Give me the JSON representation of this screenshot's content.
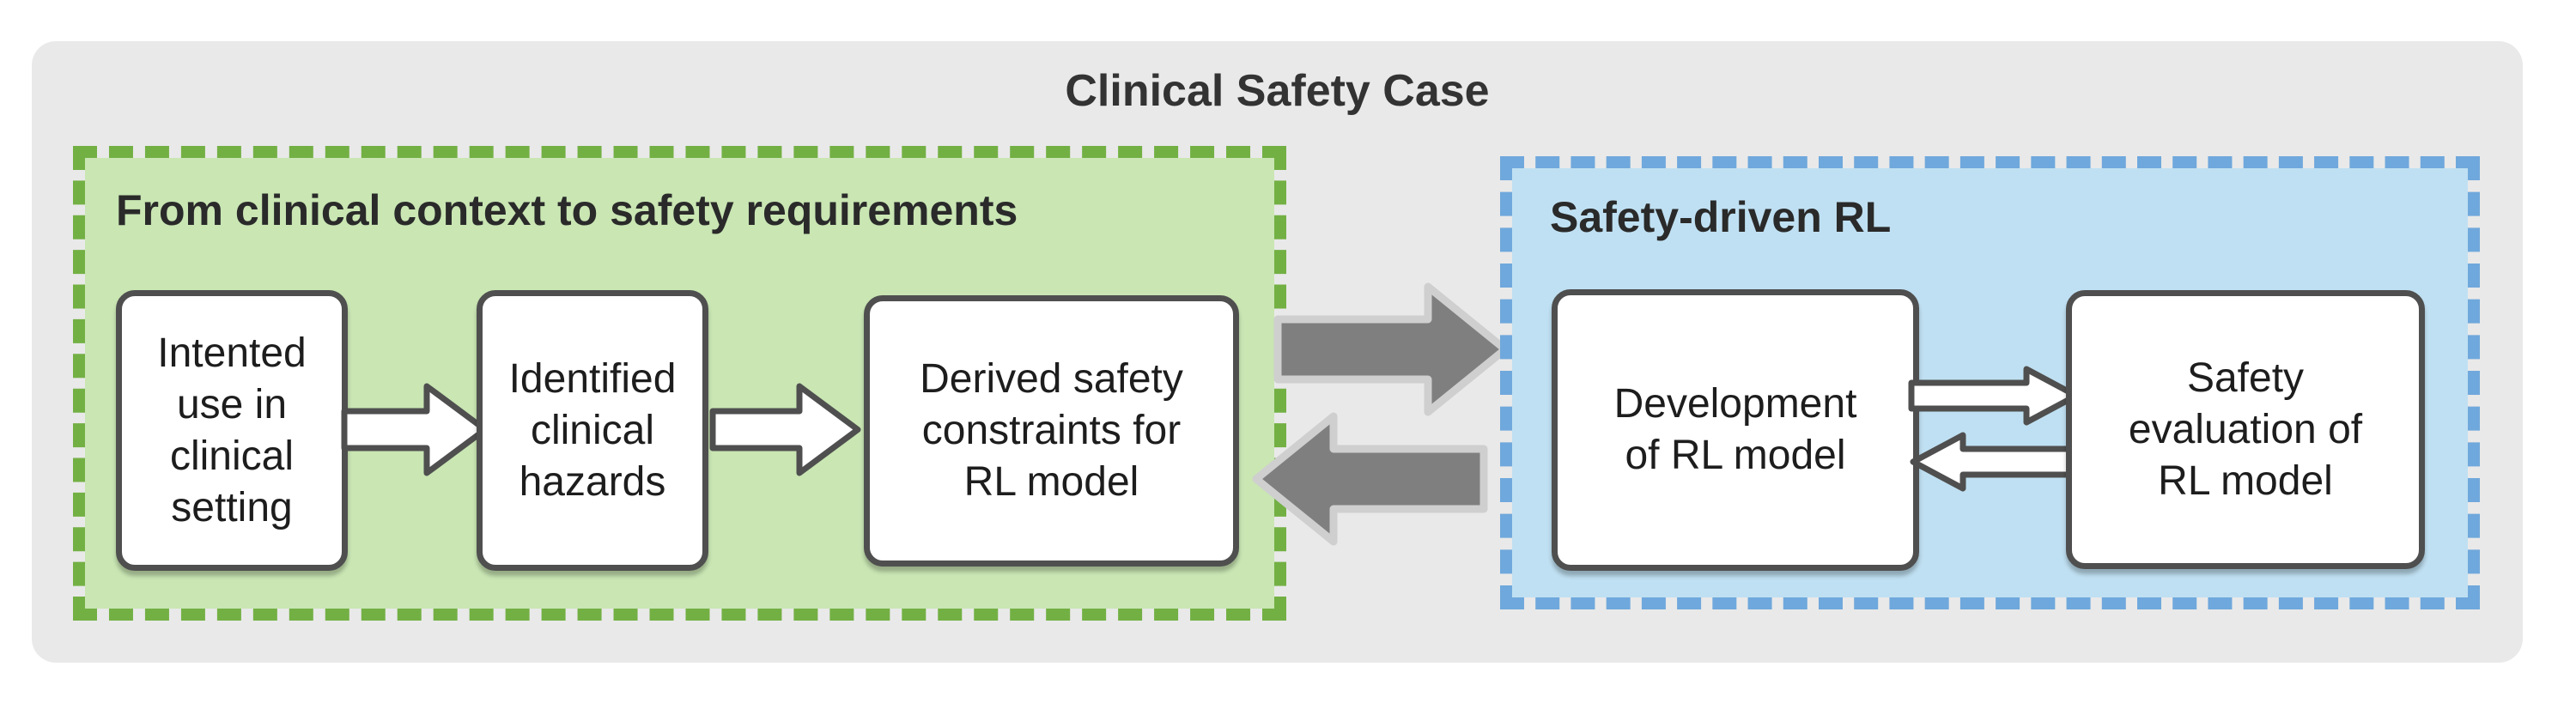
{
  "diagram": {
    "title": "Clinical Safety Case",
    "colors": {
      "page_bg": "#FFFFFF",
      "panel_bg": "#E9E9E9",
      "green_fill": "#C9E6B3",
      "green_border": "#73B044",
      "blue_fill": "#BFE0F2",
      "blue_border": "#6FA8DC",
      "box_fill": "#FFFFFF",
      "box_border": "#4F4F4F",
      "gray_arrow_fill": "#7F7F7F",
      "gray_arrow_outline": "#CFCFCF",
      "heading_text": "#2A2A2A",
      "box_text": "#1D1D1D"
    },
    "green_section": {
      "heading": "From clinical context to safety requirements",
      "boxes": [
        {
          "label": "Intented\nuse in\nclinical\nsetting"
        },
        {
          "label": "Identified\nclinical\nhazards"
        },
        {
          "label": "Derived safety\nconstraints for\nRL model"
        }
      ],
      "connectors": [
        {
          "icon": "right-arrow"
        },
        {
          "icon": "right-arrow"
        }
      ]
    },
    "blue_section": {
      "heading": "Safety-driven RL",
      "boxes": [
        {
          "label": "Development\nof RL model"
        },
        {
          "label": "Safety\nevaluation of\nRL model"
        }
      ],
      "connectors": [
        {
          "icon": "right-arrow"
        },
        {
          "icon": "left-arrow"
        }
      ]
    },
    "exchange_connectors": [
      {
        "icon": "right-arrow"
      },
      {
        "icon": "left-arrow"
      }
    ]
  }
}
